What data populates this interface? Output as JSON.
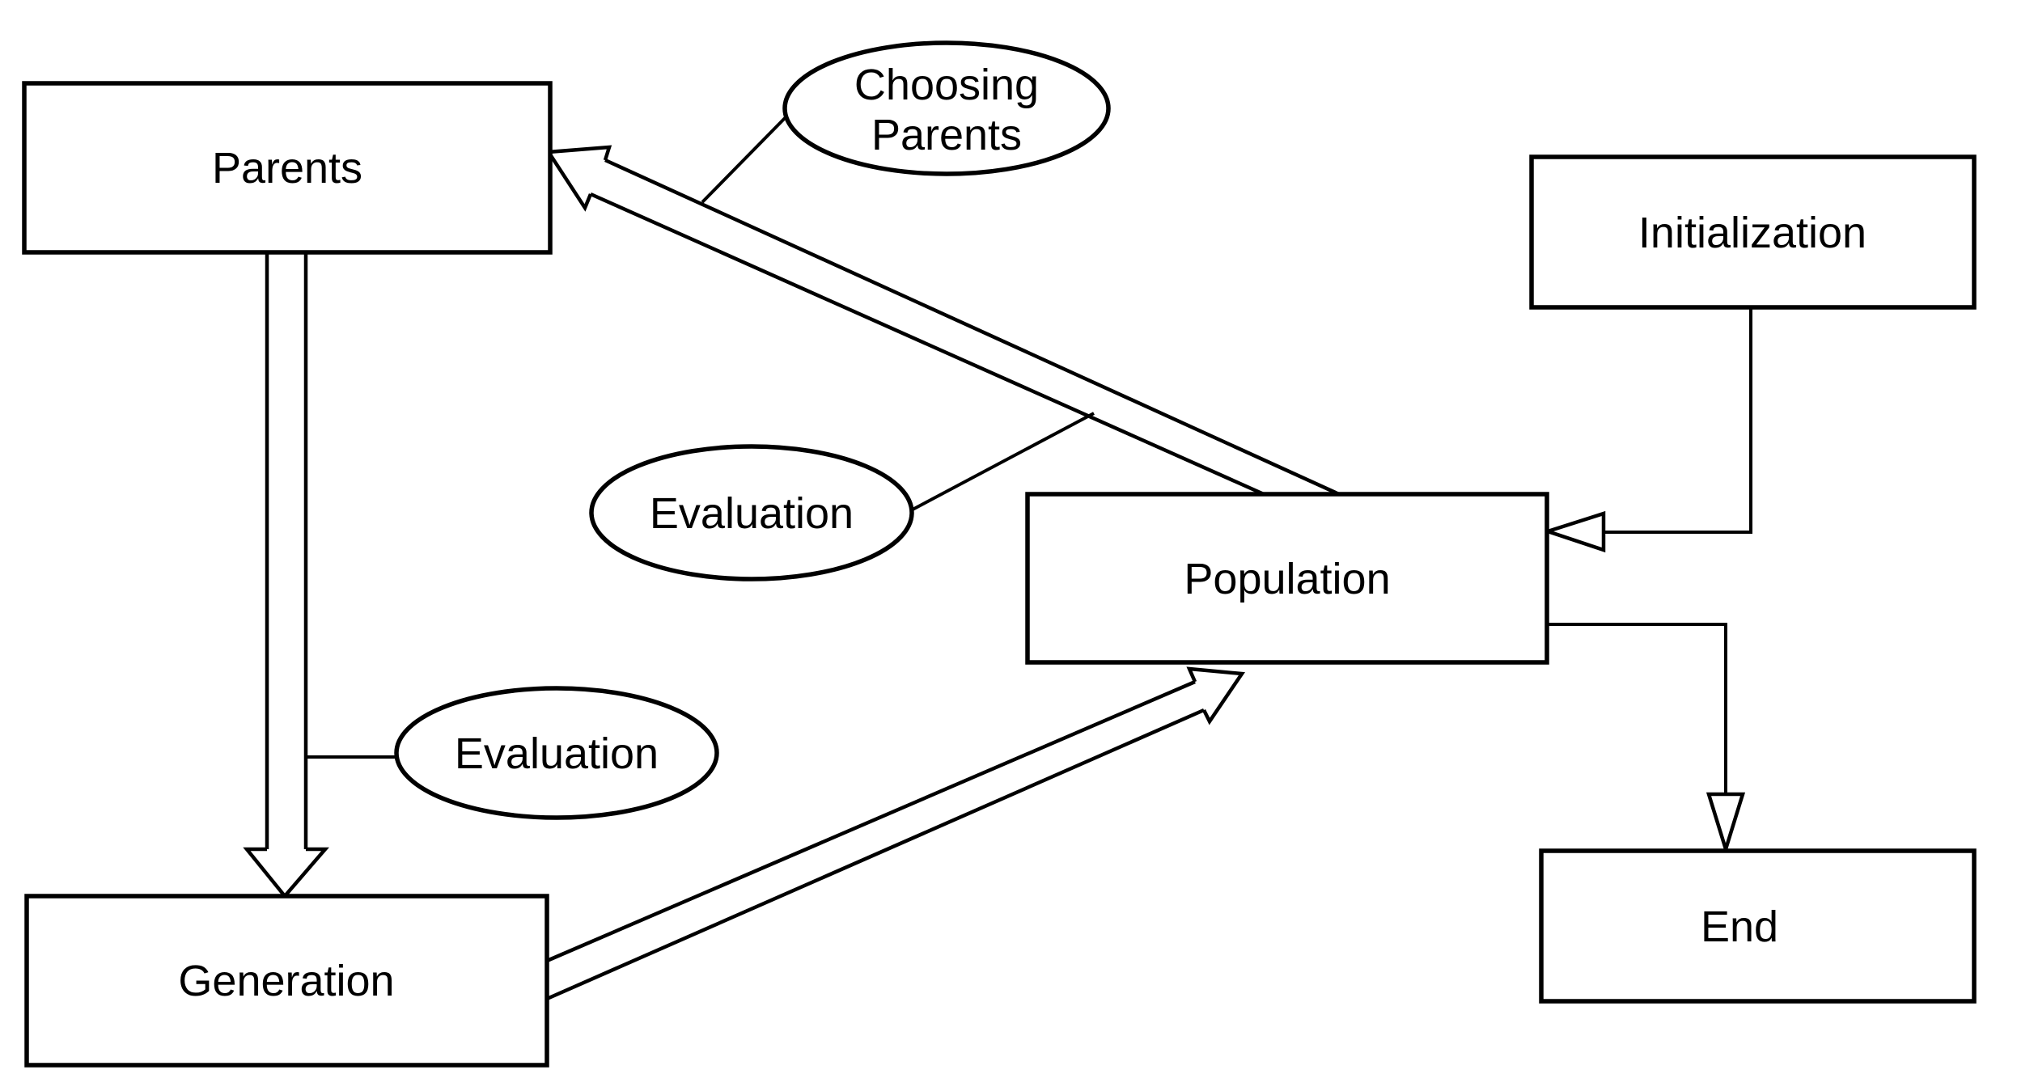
{
  "diagram": {
    "background_color": "#ffffff",
    "line_color": "#000000",
    "nodes": [
      {
        "id": "parents",
        "shape": "rect",
        "label": "Parents"
      },
      {
        "id": "choosing-parents",
        "shape": "ellipse",
        "label": "Choosing Parents",
        "label_lines": [
          "Choosing",
          "Parents"
        ]
      },
      {
        "id": "initialization",
        "shape": "rect",
        "label": "Initialization"
      },
      {
        "id": "population",
        "shape": "rect",
        "label": "Population"
      },
      {
        "id": "evaluation-top",
        "shape": "ellipse",
        "label": "Evaluation"
      },
      {
        "id": "evaluation-bottom",
        "shape": "ellipse",
        "label": "Evaluation"
      },
      {
        "id": "generation",
        "shape": "rect",
        "label": "Generation"
      },
      {
        "id": "end",
        "shape": "rect",
        "label": "End"
      }
    ],
    "edges": [
      {
        "from": "population",
        "to": "parents",
        "style": "open-block-arrow",
        "annotation": "Choosing Parents"
      },
      {
        "from": "parents",
        "to": "generation",
        "style": "open-block-arrow",
        "annotation": "Evaluation"
      },
      {
        "from": "generation",
        "to": "population",
        "style": "open-block-arrow",
        "annotation": "Evaluation"
      },
      {
        "from": "initialization",
        "to": "population",
        "style": "line-hollow-triangle",
        "annotation": ""
      },
      {
        "from": "population",
        "to": "end",
        "style": "line-hollow-triangle",
        "annotation": ""
      }
    ]
  }
}
